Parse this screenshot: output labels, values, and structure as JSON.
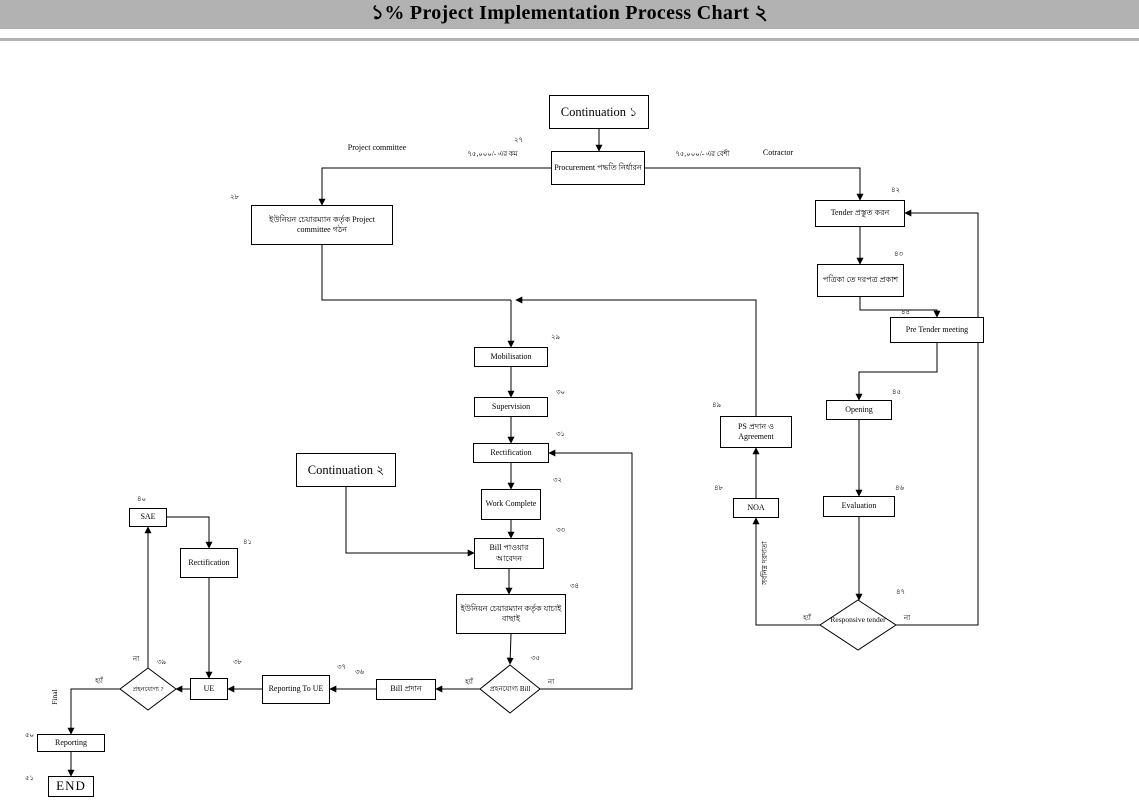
{
  "title": "১% Project Implementation Process Chart ২",
  "colors": {
    "title_bar": "#b2b2b2",
    "line": "#000000",
    "box_bg": "#ffffff"
  },
  "nodes": {
    "continuation1": "Continuation ১",
    "procurement": "Procurement পদ্ধতি নির্ধারন",
    "committee_formation": "ইউনিয়ন চেয়ারম্যান কর্তৃক Project committee গঠন",
    "tender_prep": "Tender প্রস্তুত করন",
    "newspaper_publish": "পত্রিকা তে দরপত্র প্রকাশ",
    "pre_tender_meeting": "Pre Tender meeting",
    "mobilisation": "Mobilisation",
    "supervision": "Supervision",
    "rectification": "Rectification",
    "continuation2": "Continuation ২",
    "work_complete": "Work Complete",
    "bill_application": "Bill পাওয়ার আবেদন",
    "chairman_verification": "ইউনিয়ন চেয়ারম্যান কর্তৃক যাচাই বাছাই",
    "ps_agreement": "PS প্রদান ও Agreement",
    "opening": "Opening",
    "evaluation": "Evaluation",
    "noa": "NOA",
    "responsive_tender": "Responsive tender",
    "sae": "SAE",
    "rectification_left": "Rectification",
    "acceptable": "প্রহনযোগ্য ?",
    "ue": "UE",
    "reporting_to_ue": "Reporting To UE",
    "bill_payment": "Bill প্রদান",
    "acceptable_bill": "প্রহনযোগ্য Bill",
    "final_reporting": "Reporting",
    "end": "END"
  },
  "numbers": {
    "n27": "২৭",
    "n28": "২৮",
    "n29": "২৯",
    "n30": "৩০",
    "n31": "৩১",
    "n32": "৩২",
    "n33": "৩৩",
    "n34": "৩৪",
    "n35": "৩৫",
    "n36": "৩৬",
    "n37": "৩৭",
    "n38": "৩৮",
    "n39": "৩৯",
    "n40": "৪০",
    "n41": "৪১",
    "n42": "৪২",
    "n43": "৪৩",
    "n44": "৪৪",
    "n45": "৪৫",
    "n46": "৪৬",
    "n47": "৪৭",
    "n48": "৪৮",
    "n49": "৪৯",
    "n50": "৫০",
    "n51": "৫১"
  },
  "edge_labels": {
    "project_committee": "Project committee",
    "amount_less": "৭৫,০০০/- এর কম",
    "amount_more": "৭৫,০০০/- এর বেশী",
    "contractor": "Cotractor",
    "lowest_bidder": "সর্বনিম্ন দরদাতা",
    "final": "Final",
    "yes_responsive": "হ্যাঁ",
    "no_responsive": "না",
    "yes_bill": "হ্যাঁ",
    "no_bill": "না",
    "yes_acceptable": "হ্যাঁ",
    "no_acceptable": "না"
  }
}
